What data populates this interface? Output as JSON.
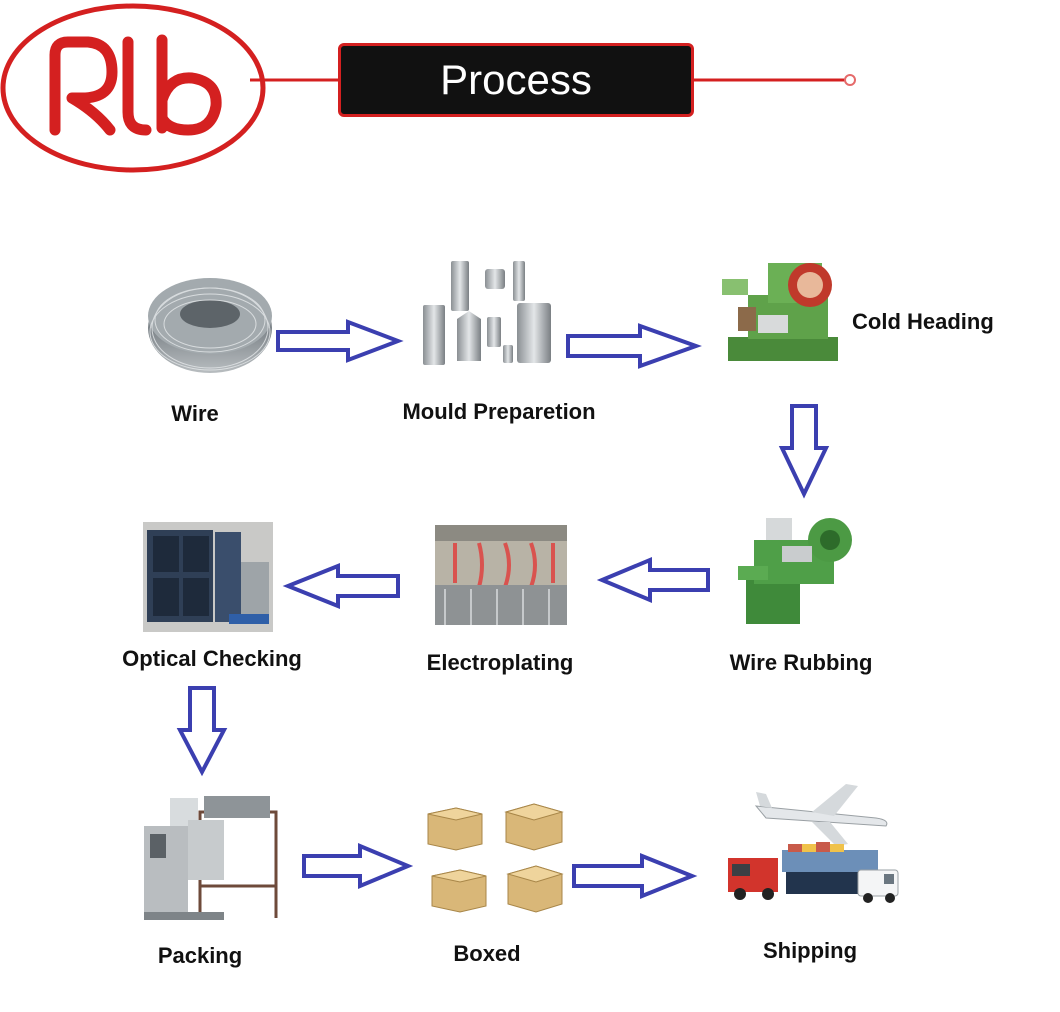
{
  "header": {
    "logo_text": "RLB",
    "title": "Process",
    "colors": {
      "brand_red": "#d42020",
      "title_bg": "#111111",
      "arrow_blue": "#3b3fb0"
    }
  },
  "steps": [
    {
      "label": "Wire",
      "icon": "wire-coil-icon"
    },
    {
      "label": "Mould Preparetion",
      "icon": "mould-parts-icon"
    },
    {
      "label": "Cold Heading",
      "icon": "cold-heading-machine-icon"
    },
    {
      "label": "Wire Rubbing",
      "icon": "wire-rubbing-machine-icon"
    },
    {
      "label": "Electroplating",
      "icon": "electroplating-line-icon"
    },
    {
      "label": "Optical Checking",
      "icon": "optical-checking-machine-icon"
    },
    {
      "label": "Packing",
      "icon": "packing-machine-icon"
    },
    {
      "label": "Boxed",
      "icon": "cardboard-boxes-icon"
    },
    {
      "label": "Shipping",
      "icon": "shipping-transport-icon"
    }
  ]
}
